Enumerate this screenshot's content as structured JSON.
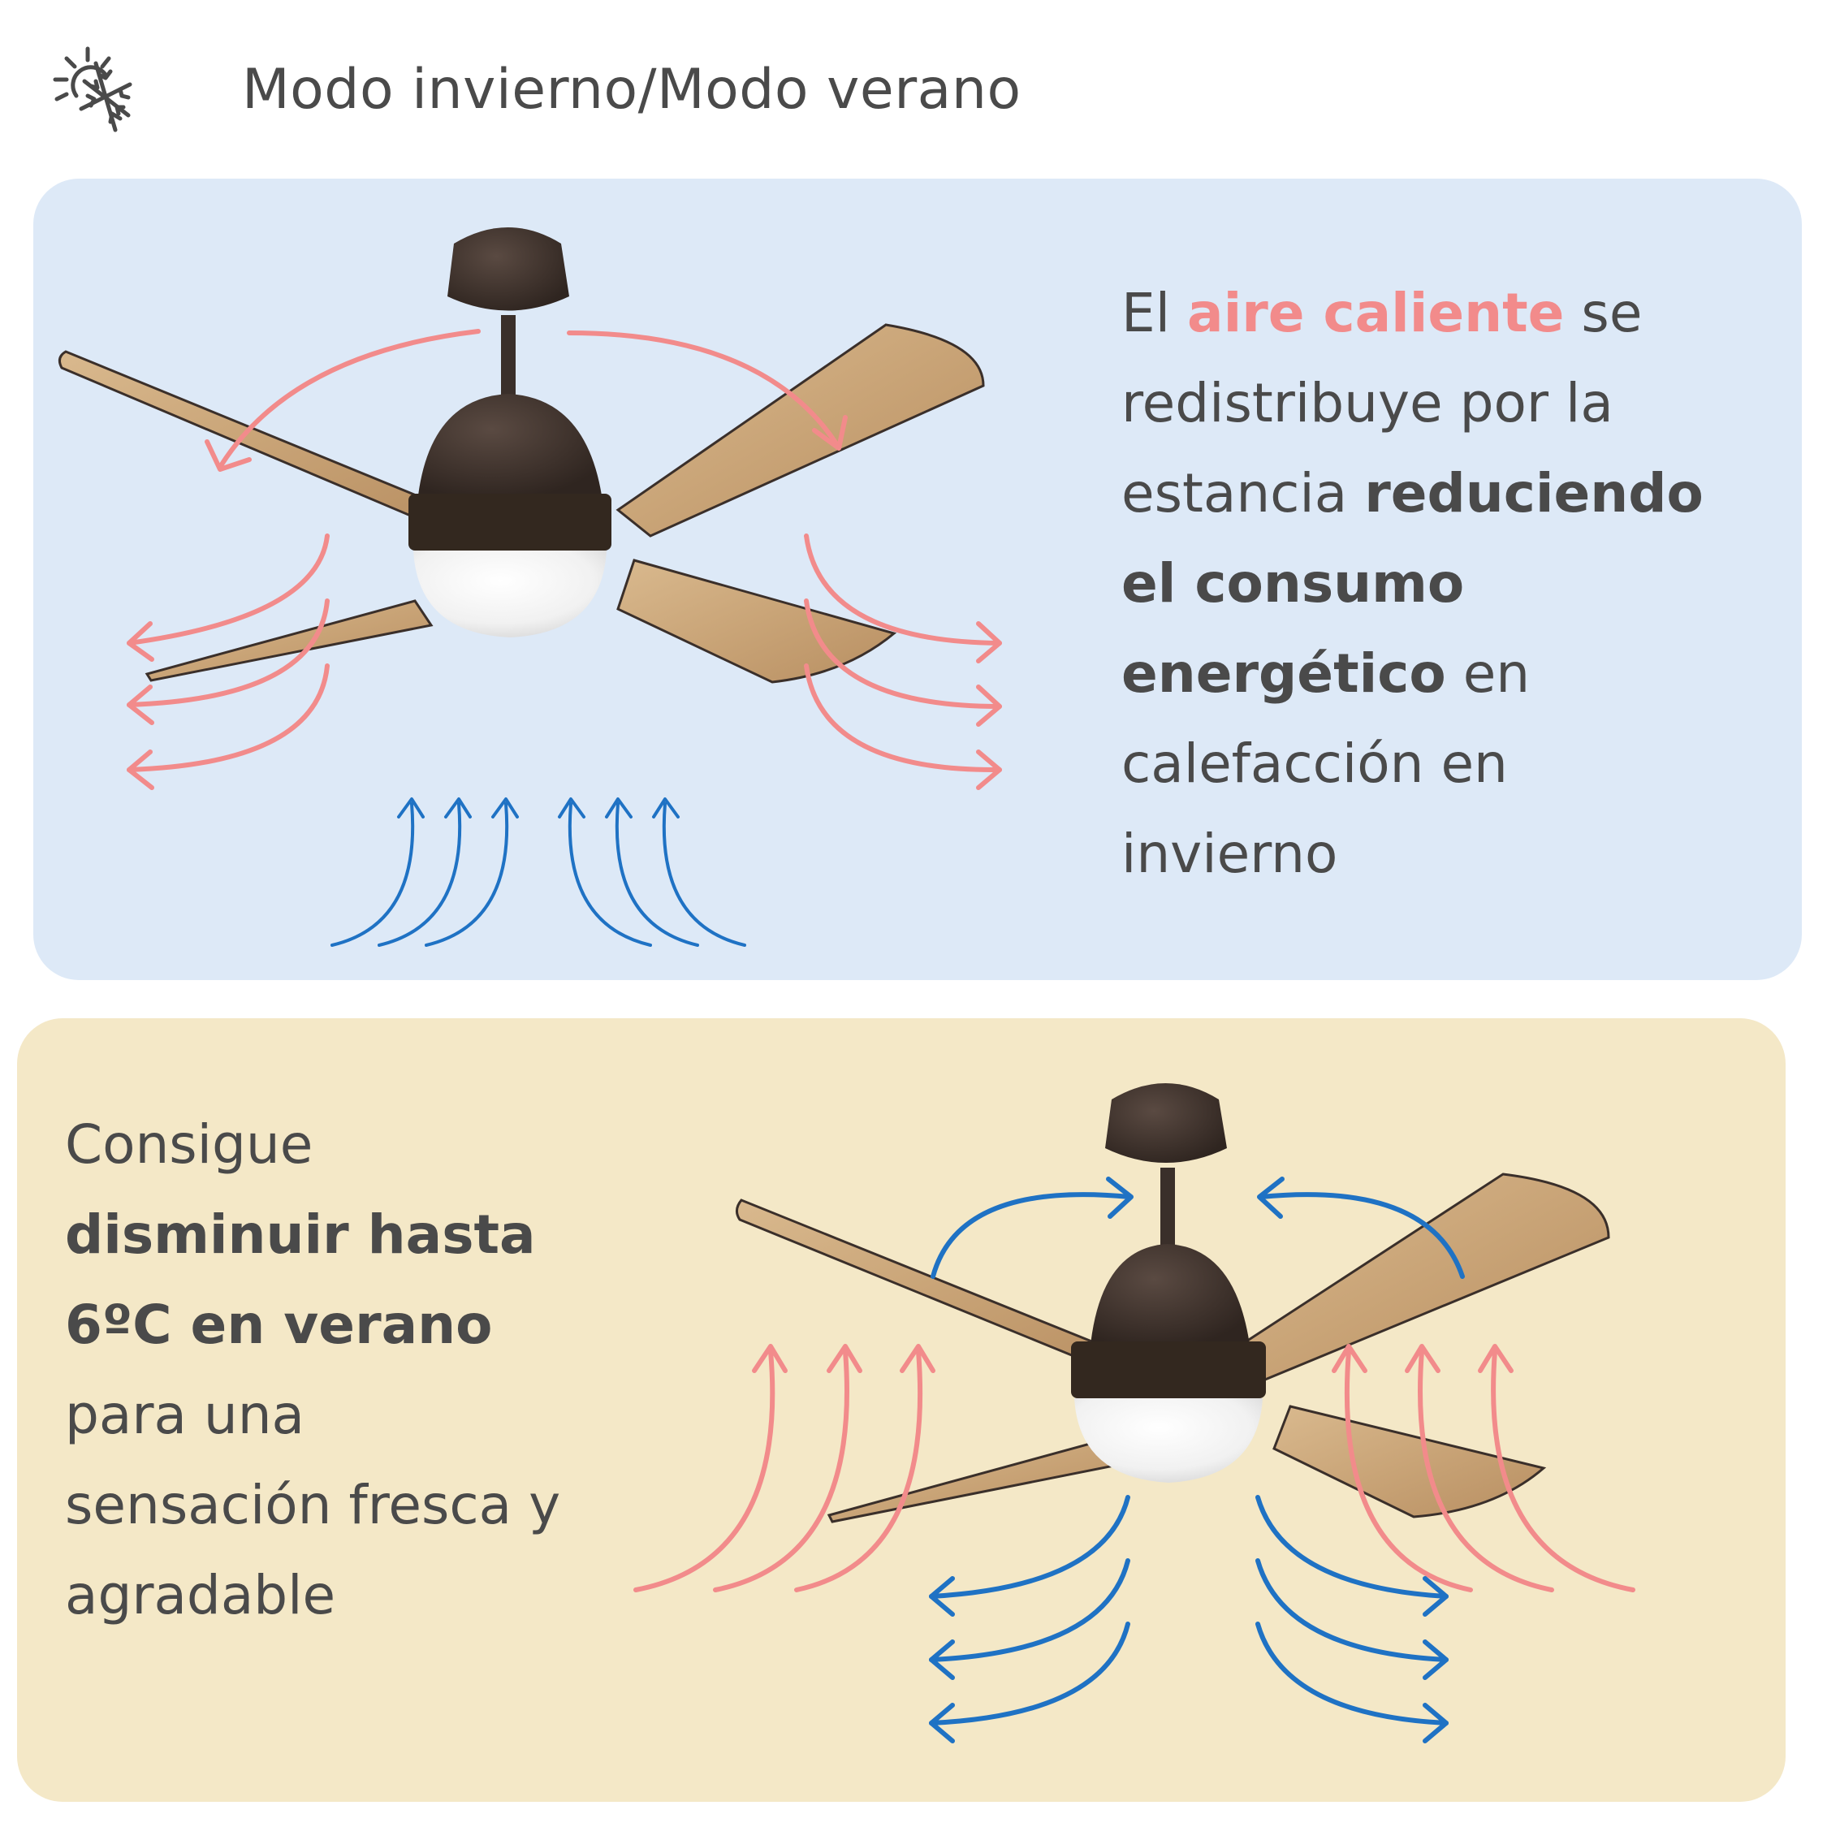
{
  "header": {
    "title": "Modo invierno/Modo verano",
    "icon": "sun-snowflake-icon"
  },
  "colors": {
    "winter_panel_bg": "#dde9f7",
    "summer_panel_bg": "#f4e8c7",
    "warm_arrow": "#f28b8b",
    "cool_arrow": "#1f72c4",
    "text": "#4a4a4a",
    "highlight": "#f28b8b"
  },
  "winter": {
    "icon": "ceiling-fan-icon",
    "line1": {
      "pre": "El ",
      "highlight": "aire caliente",
      "post": " se"
    },
    "line2": "redistribuye por la",
    "line3": {
      "pre": "estancia ",
      "bold": "reduciendo"
    },
    "line4": {
      "bold": "el consumo"
    },
    "line5": {
      "bold": "energético",
      "post": " en"
    },
    "line6": "calefacción en",
    "line7": "invierno"
  },
  "summer": {
    "icon": "ceiling-fan-icon",
    "line1": "Consigue",
    "line2": {
      "bold": "disminuir hasta"
    },
    "line3": {
      "bold": "6ºC en verano"
    },
    "line4": "para una",
    "line5": "sensación fresca y",
    "line6": "agradable"
  }
}
